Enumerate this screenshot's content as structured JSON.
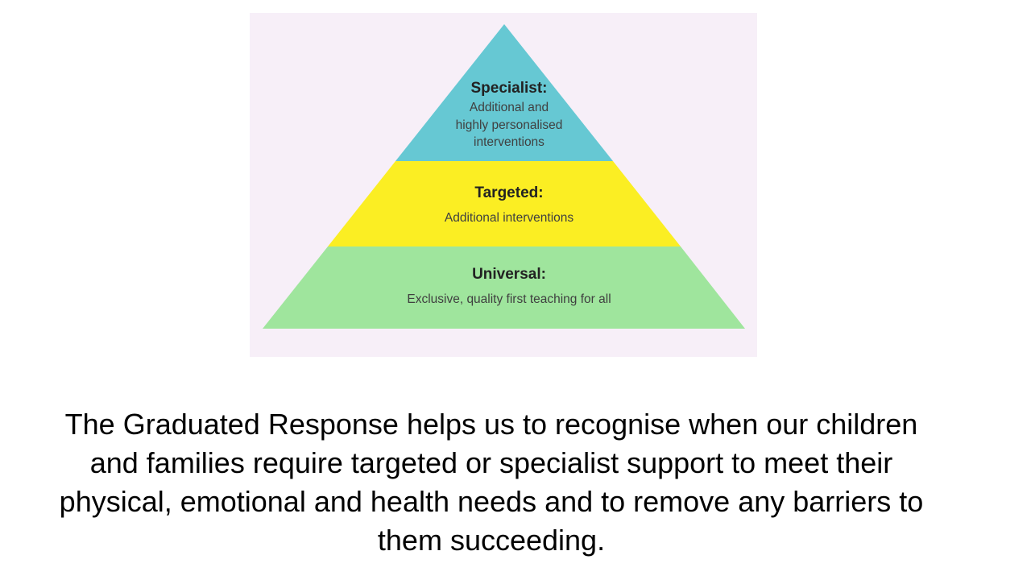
{
  "diagram": {
    "background": "#f7eff8",
    "tiers": [
      {
        "title": "Specialist:",
        "description_lines": [
          "Additional and",
          "highly personalised",
          "interventions"
        ],
        "color": "#66c8d3"
      },
      {
        "title": "Targeted:",
        "description_lines": [
          "Additional interventions"
        ],
        "color": "#fbee23"
      },
      {
        "title": "Universal:",
        "description_lines": [
          "Exclusive, quality first teaching for all"
        ],
        "color": "#9fe59d"
      }
    ]
  },
  "caption": {
    "lines": [
      "The Graduated Response helps us to recognise when our children",
      "and families require targeted or specialist support to meet their",
      "physical, emotional and health needs and to remove any barriers to",
      "them succeeding."
    ]
  }
}
